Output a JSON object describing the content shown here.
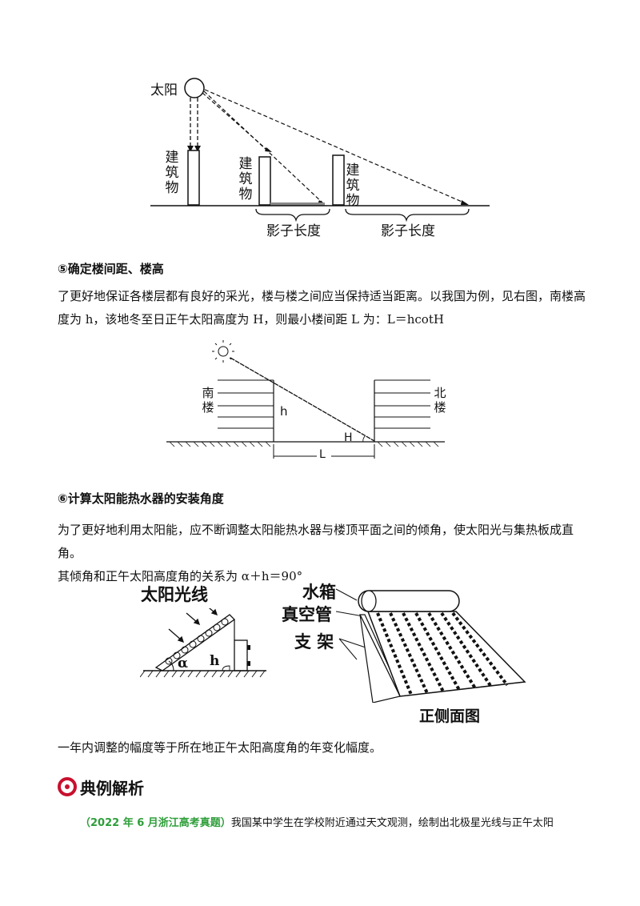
{
  "figure1": {
    "sun_label": "太阳",
    "building_label": "建筑物",
    "shadow_label": "影子长度"
  },
  "section5": {
    "heading": "⑤确定楼间距、楼高",
    "para_line1": "了更好地保证各楼层都有良好的采光，楼与楼之间应当保持适当距离。以我国为例，见右图，南楼高",
    "para_line2": "度为 h，该地冬至日正午太阳高度为 H，则最小楼间距 L 为：L＝hcotH"
  },
  "figure2": {
    "south_label": "南楼",
    "north_label": "北楼",
    "h_label": "h",
    "H_label": "H",
    "L_label": "L"
  },
  "section6": {
    "heading": "⑥计算太阳能热水器的安装角度",
    "para_line1": "为了更好地利用太阳能，应不断调整太阳能热水器与楼顶平面之间的倾角，使太阳光与集热板成直角。",
    "para_line2": "其倾角和正午太阳高度角的关系为 α＋h＝90°"
  },
  "figure3": {
    "sunlight_label": "太阳光线",
    "alpha_label": "α",
    "h_label": "h",
    "tank_label": "水箱",
    "tube_label": "真空管",
    "frame_label": "支 架",
    "side_view_label": "正侧面图"
  },
  "closing_text": "一年内调整的幅度等于所在地正午太阳高度角的年变化幅度。",
  "example": {
    "title": "典例解析",
    "source": "（2022 年 6 月浙江高考真题）",
    "text": "我国某中学生在学校附近通过天文观测，绘制出北极星光线与正午太阳"
  },
  "colors": {
    "source_green": "#2e9e3a",
    "icon_red": "#c8102e"
  }
}
